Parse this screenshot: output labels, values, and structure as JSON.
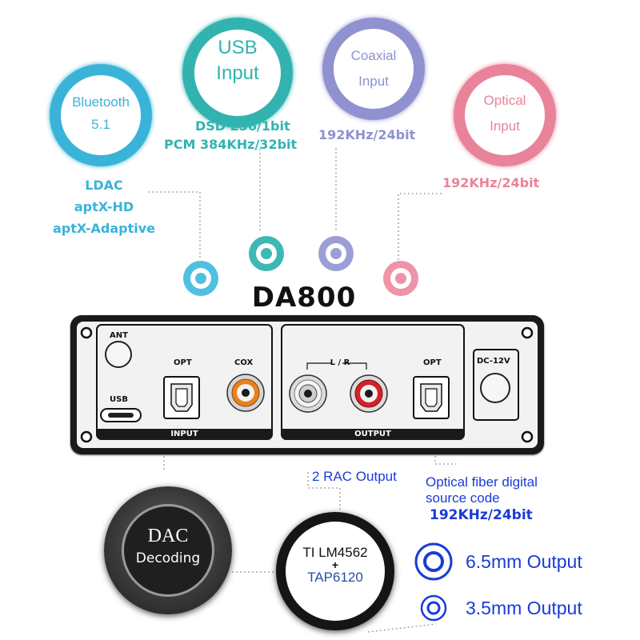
{
  "inputs": {
    "bluetooth": {
      "line1": "Bluetooth",
      "line2": "5.1",
      "specs": [
        "LDAC",
        "aptX-HD",
        "aptX-Adaptive"
      ],
      "color": "#3ab3d8"
    },
    "usb": {
      "line1": "USB",
      "line2": "Input",
      "specs": [
        "DSD 256/1bit",
        "PCM 384KHz/32bit"
      ],
      "color": "#33b3b0"
    },
    "coaxial": {
      "line1": "Coaxial",
      "line2": "Input",
      "specs": [
        "192KHz/24bit"
      ],
      "color": "#8f92cf"
    },
    "optical": {
      "line1": "Optical",
      "line2": "Input",
      "specs": [
        "192KHz/24bit"
      ],
      "color": "#e9839a"
    }
  },
  "product": {
    "title": "DA800"
  },
  "panel": {
    "ant": "ANT",
    "usb": "USB",
    "opt_in": "OPT",
    "cox": "COX",
    "input": "INPUT",
    "lr": "L / R",
    "opt_out": "OPT",
    "output": "OUTPUT",
    "dc": "DC-12V"
  },
  "features": {
    "rac_output": "2 RAC Output",
    "optical_line1": "Optical fiber digital",
    "optical_line2": "source code",
    "optical_spec": "192KHz/24bit",
    "dac_line1": "DAC",
    "dac_line2": "Decoding",
    "chip_line1": "TI LM4562",
    "chip_plus": "+",
    "chip_line2": "TAP6120",
    "out_65": "6.5mm Output",
    "out_35": "3.5mm Output"
  },
  "colors": {
    "accent_blue": "#1a3bd6",
    "panel_dark": "#1a1a1a",
    "panel_light": "#f2f2f2",
    "red_rca": "#d4202a",
    "orange_rca": "#e8821e"
  }
}
